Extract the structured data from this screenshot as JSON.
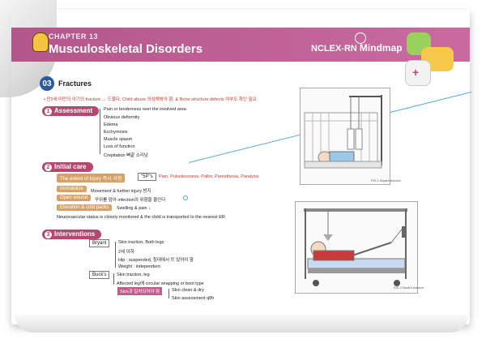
{
  "header": {
    "chapter_label": "CHAPTER 13",
    "chapter_title": "Musculoskeletal Disorders",
    "brand": "NCLEX-RN",
    "brand_suffix": "Mindmap"
  },
  "section": {
    "number": "03",
    "title": "Fractures",
    "intro": "• 만2세 미만의 아기의 fracture → 드물다. Child abuse 의심해봐야 함. & Bone structure defects 여부도 확인 필요"
  },
  "assessment": {
    "label": "Assessment",
    "items": [
      "Pain or tenderness over the involved area",
      "Obvious deformity",
      "Edema",
      "Ecchymosis",
      "Muscle spasm",
      "Loss of function",
      "Crepitation 뼈끝 소리남"
    ]
  },
  "initial_care": {
    "label": "Initial care",
    "extent_label": "The extent of injury 즉시 사정",
    "sp_label": "\"5P\"s",
    "sp_detail": "Pain, Pulselessness, Pallor, Paresthesia, Paralysis",
    "immobilize_label": "Immobilize",
    "immobilize_detail": "Movement & further injury 방지",
    "wound_label": "Open wound",
    "wound_detail": "꾸위를 덮어 infection의 위험을 줄인다",
    "elevation_label": "Elevation & cold packs",
    "elevation_detail": "Swelling & pain ↓",
    "note": "Neurovascular status is closely monitored & the child is transported to the nearest ER"
  },
  "interventions": {
    "label": "Interventions",
    "bryant_label": "Bryant",
    "bryant_items": [
      "Skin traction, Both legs",
      "2세 이하",
      "Hip : suspended, 침대에서 뜨 있어야 함",
      "Weight : independent"
    ],
    "bucks_label": "Buck's",
    "bucks_items": [
      "Skin traction, leg",
      "Affected leg에 circular wrapping or boot type"
    ],
    "skin_label": "Skin과 일치되어야 함",
    "skin_items": [
      "Skin clean & dry",
      "Skin assessment q8h"
    ]
  },
  "figures": {
    "fig1_caption": "FIG 1 Bryant traction",
    "fig2_caption": "FIG 2 Buck's traction"
  },
  "colors": {
    "header": "#b3568a",
    "pill": "#b6476f",
    "tag": "#d7a26a",
    "accent_blue": "#2c5aa0"
  }
}
